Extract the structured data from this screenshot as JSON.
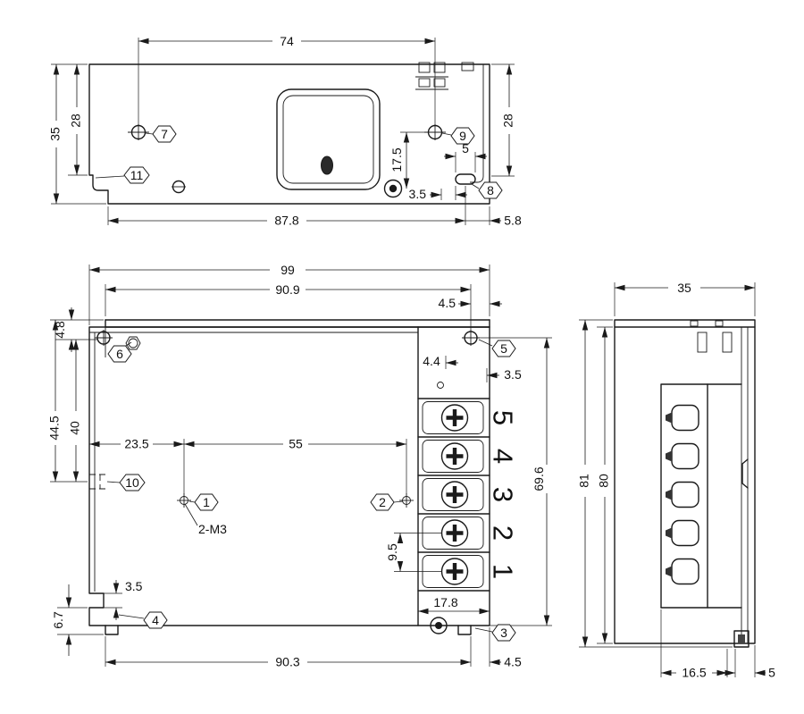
{
  "drawing": {
    "line_color": "#1a1a1a",
    "background": "#ffffff"
  },
  "labels": {
    "top": {
      "dim_74": "74",
      "dim_35": "35",
      "dim_28_left": "28",
      "dim_17_5": "17.5",
      "dim_5": "5",
      "dim_3_5": "3.5",
      "dim_28_right": "28",
      "dim_87_8": "87.8",
      "dim_5_8": "5.8",
      "callout_7": "7",
      "callout_9": "9",
      "callout_11": "11",
      "callout_8": "8"
    },
    "front": {
      "dim_99": "99",
      "dim_90_9": "90.9",
      "dim_4_5_top": "4.5",
      "dim_4_8": "4.8",
      "dim_44_5": "44.5",
      "dim_40": "40",
      "dim_23_5": "23.5",
      "dim_55": "55",
      "dim_4_4": "4.4",
      "dim_3_5_upper": "3.5",
      "dim_69_6": "69.6",
      "dim_9_5": "9.5",
      "dim_3_5_lower": "3.5",
      "dim_6_7": "6.7",
      "dim_17_8": "17.8",
      "dim_90_3": "90.3",
      "dim_4_5_bottom": "4.5",
      "note_2m3": "2-M3",
      "term_5": "5",
      "term_4": "4",
      "term_3": "3",
      "term_2": "2",
      "term_1": "1",
      "callout_6": "6",
      "callout_5": "5",
      "callout_10": "10",
      "callout_1": "1",
      "callout_2": "2",
      "callout_4": "4",
      "callout_3": "3"
    },
    "side": {
      "dim_35": "35",
      "dim_81": "81",
      "dim_80": "80",
      "dim_16_5": "16.5",
      "dim_5": "5"
    }
  }
}
